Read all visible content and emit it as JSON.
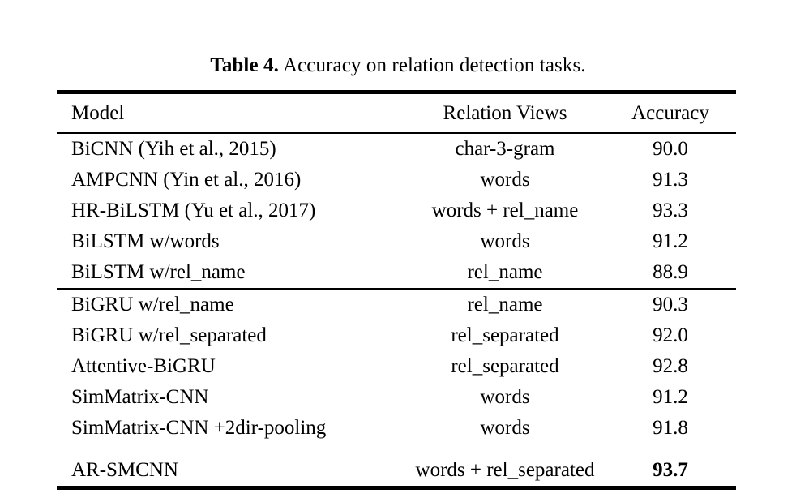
{
  "caption": {
    "label": "Table 4.",
    "text": " Accuracy on relation detection tasks."
  },
  "table": {
    "columns": [
      "Model",
      "Relation Views",
      "Accuracy"
    ],
    "groups": [
      {
        "rows": [
          {
            "model": "BiCNN (Yih et al., 2015)",
            "views": "char-3-gram",
            "accuracy": "90.0",
            "bold": false
          },
          {
            "model": "AMPCNN (Yin et al., 2016)",
            "views": "words",
            "accuracy": "91.3",
            "bold": false
          },
          {
            "model": "HR-BiLSTM (Yu et al., 2017)",
            "views": "words + rel_name",
            "accuracy": "93.3",
            "bold": false
          },
          {
            "model": "BiLSTM w/words",
            "views": "words",
            "accuracy": "91.2",
            "bold": false
          },
          {
            "model": "BiLSTM w/rel_name",
            "views": "rel_name",
            "accuracy": "88.9",
            "bold": false
          }
        ]
      },
      {
        "rows": [
          {
            "model": "BiGRU w/rel_name",
            "views": "rel_name",
            "accuracy": "90.3",
            "bold": false
          },
          {
            "model": "BiGRU w/rel_separated",
            "views": "rel_separated",
            "accuracy": "92.0",
            "bold": false
          },
          {
            "model": "Attentive-BiGRU",
            "views": "rel_separated",
            "accuracy": "92.8",
            "bold": false
          },
          {
            "model": "SimMatrix-CNN",
            "views": "words",
            "accuracy": "91.2",
            "bold": false
          },
          {
            "model": "SimMatrix-CNN +2dir-pooling",
            "views": "words",
            "accuracy": "91.8",
            "bold": false
          },
          {
            "model": "AR-SMCNN",
            "views": "words + rel_separated",
            "accuracy": "93.7",
            "bold": true,
            "spaced": true
          }
        ]
      }
    ]
  },
  "colors": {
    "background": "#ffffff",
    "text": "#000000",
    "rule": "#000000"
  }
}
